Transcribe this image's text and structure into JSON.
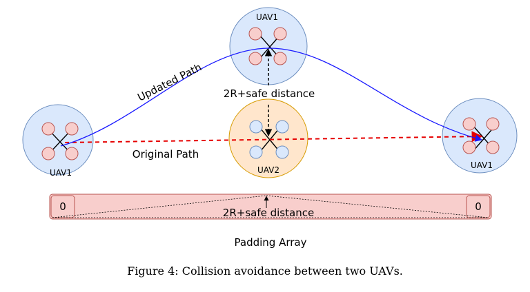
{
  "uavs": {
    "left": {
      "label": "UAV1"
    },
    "top": {
      "label": "UAV1"
    },
    "middle": {
      "label": "UAV2"
    },
    "right": {
      "label": "UAV1"
    }
  },
  "paths": {
    "updated": "Updated Path",
    "original": "Original Path"
  },
  "distances": {
    "vertical": "2R+safe distance",
    "padding": "2R+safe distance"
  },
  "padding_array": {
    "left_value": "0",
    "right_value": "0",
    "label": "Padding Array"
  },
  "caption": "Figure 4: Collision avoidance between two UAVs.",
  "colors": {
    "uav1_fill": "#dae8fc",
    "uav1_stroke": "#6c8ebf",
    "uav2_fill": "#ffe6cc",
    "uav2_stroke": "#d79b00",
    "rotor_red": "#f8cecc",
    "rotor_red_stroke": "#b85450",
    "rotor_blue": "#dae8fc",
    "updated_path": "#1a1aff",
    "original_path": "#e60000",
    "padding_fill": "#f8cecc"
  }
}
